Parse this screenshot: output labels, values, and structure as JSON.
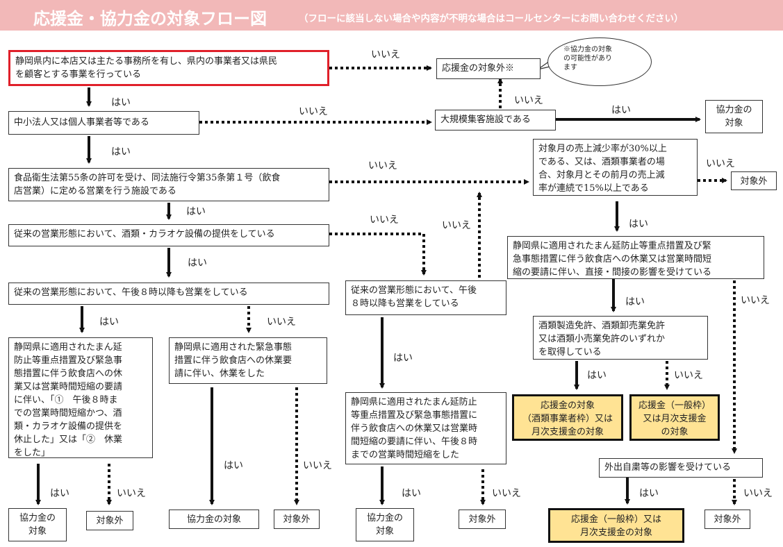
{
  "header": {
    "title": "応援金・協力金の対象フロー図",
    "subtitle": "（フローに該当しない場合や内容が不明な場合はコールセンターにお問い合わせください）"
  },
  "nodes": {
    "q1": "静岡県内に本店又は主たる事務所を有し、県内の事業者又は県民\nを顧客とする事業を行っている",
    "q2": "中小法人又は個人事業者等である",
    "q3": "食品衛生法第55条の許可を受け、同法施行令第35条第１号（飲食\n店営業）に定める営業を行う施設である",
    "q4": "従来の営業形態において、酒類・カラオケ設備の提供をしている",
    "q5": "従来の営業形態において、午後８時以降も営業をしている",
    "q6": "静岡県に適用されたまん延\n防止等重点措置及び緊急事\n態措置に伴う飲食店への休\n業又は営業時間短縮の要請\nに伴い、「①　午後８時ま\nでの営業時間短縮かつ、酒\n類・カラオケ設備の提供を\n休止した」又は「②　休業\nをした」",
    "q7": "静岡県に適用された緊急事態\n措置に伴う飲食店への休業要\n請に伴い、休業をした",
    "q8": "従来の営業形態において、午後\n８時以降も営業をしている",
    "q9": "静岡県に適用されたまん延防止\n等重点措置及び緊急事態措置に\n伴う飲食店への休業又は営業時\n間短縮の要請に伴い、午後８時\nまでの営業時間短縮をした",
    "outside_star": "応援金の対象外※",
    "bubble_note": "※協力金の対象\nの可能性があり\nます",
    "large_facility": "大規模集客施設である",
    "coop_target_1": "協力金の\n対象",
    "sales_decline": "対象月の売上減少率が30%以上\nである、又は、酒類事業者の場\n合、対象月とその前月の売上減\n率が連続で15%以上である",
    "outside_1": "対象外",
    "shizuoka_impact": "静岡県に適用されたまん延防止等重点措置及び緊\n急事態措置に伴う飲食店への休業又は営業時間短\n縮の要請に伴い、直接・間接の影響を受けている",
    "license": "酒類製造免許、酒類卸売業免許\n又は酒類小売業免許のいずれか\nを取得している",
    "result_liquor": "応援金の対象\n（酒類事業者枠）又は\n月次支援金の対象",
    "result_general": "応援金（一般枠）\n又は月次支援金\nの対象",
    "self_restraint": "外出自粛等の影響を受けている",
    "bottom_coop_a": "協力金の\n対象",
    "bottom_out_a": "対象外",
    "bottom_coop_b": "協力金の対象",
    "bottom_out_b": "対象外",
    "bottom_coop_c": "協力金の\n対象",
    "bottom_out_c": "対象外",
    "result_general_2": "応援金（一般枠）又は\n月次支援金の対象",
    "bottom_out_d": "対象外"
  },
  "edge_labels": {
    "yes": "はい",
    "no": "いいえ"
  },
  "colors": {
    "header_bg": "#f2b8b8",
    "start_border": "#e0202a",
    "result_fill": "#ffe394"
  }
}
